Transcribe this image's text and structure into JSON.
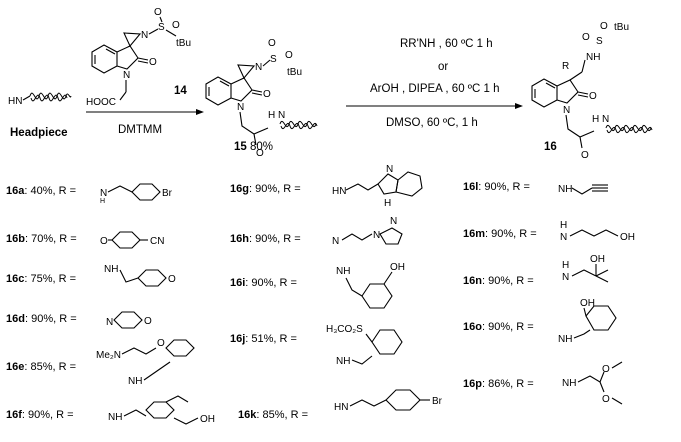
{
  "scheme": {
    "headpiece": {
      "label": "Headpiece",
      "atom": "HN"
    },
    "reactant_14": {
      "number": "14",
      "acid": "HOOC",
      "reagent": "DMTMM",
      "tbu": "tBu",
      "sulfonyl": "S",
      "n": "N",
      "o": "O"
    },
    "product_15": {
      "number": "15",
      "yield": "80%",
      "nh": "H N"
    },
    "conditions": {
      "line1": "RR'NH , 60 ºC 1 h",
      "line2": "or",
      "line3": "ArOH , DIPEA , 60 ºC 1 h",
      "line4": "DMSO, 60 ºC, 1 h"
    },
    "product_16": {
      "number": "16",
      "r": "R",
      "nh": "NH",
      "tbu": "tBu"
    }
  },
  "entries": [
    {
      "id": "16a",
      "text": ": 40%, R =",
      "frag": "Br"
    },
    {
      "id": "16b",
      "text": ": 70%, R =",
      "frag": "CN"
    },
    {
      "id": "16c",
      "text": ": 75%, R =",
      "frag": "O"
    },
    {
      "id": "16d",
      "text": ": 90%, R =",
      "frag": "O"
    },
    {
      "id": "16e",
      "text": ": 85%, R =",
      "frag": "Me₂N"
    },
    {
      "id": "16f",
      "text": ": 90%, R =",
      "frag": "OH"
    },
    {
      "id": "16g",
      "text": ": 90%, R =",
      "frag": "N"
    },
    {
      "id": "16h",
      "text": ": 90%, R =",
      "frag": "N"
    },
    {
      "id": "16i",
      "text": ": 90%, R =",
      "frag": "OH"
    },
    {
      "id": "16j",
      "text": ": 51%, R =",
      "frag": "H₃CO₂S"
    },
    {
      "id": "16k",
      "text": ": 85%, R =",
      "frag": "Br"
    },
    {
      "id": "16l",
      "text": ": 90%, R =",
      "frag": "NH"
    },
    {
      "id": "16m",
      "text": ": 90%, R =",
      "frag": "OH"
    },
    {
      "id": "16n",
      "text": ": 90%, R =",
      "frag": "OH"
    },
    {
      "id": "16o",
      "text": ": 90%, R =",
      "frag": "OH"
    },
    {
      "id": "16p",
      "text": ": 86%, R =",
      "frag": "O"
    }
  ]
}
